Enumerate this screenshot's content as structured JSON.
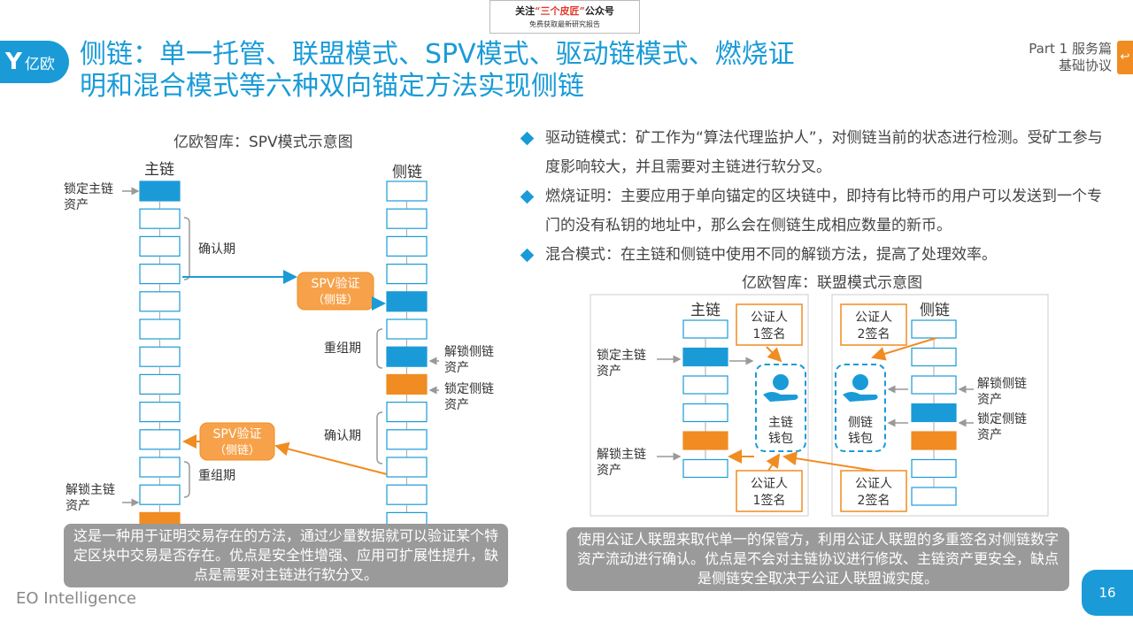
{
  "banner": {
    "prefix": "关注",
    "name": "“三个皮匠”",
    "suffix": "公众号",
    "sub": "免费获取最新研究报告"
  },
  "logo": {
    "mark": "Y",
    "word": "亿欧"
  },
  "title": {
    "line1": "侧链：单一托管、联盟模式、SPV模式、驱动链模式、燃烧证",
    "line2": "明和混合模式等六种双向锚定方法实现侧链"
  },
  "part": {
    "line1": "Part 1 服务篇",
    "line2": "基础协议"
  },
  "left_diagram": {
    "caption": "亿欧智库：SPV模式示意图",
    "main_label": "主链",
    "side_label": "侧链",
    "lock_main": [
      "锁定主链",
      "资产"
    ],
    "unlock_main": [
      "解锁主链",
      "资产"
    ],
    "confirm1": "确认期",
    "confirm2": "确认期",
    "reorg1": "重组期",
    "reorg2": "重组期",
    "unlock_side": [
      "解锁侧链",
      "资产"
    ],
    "lock_side": [
      "锁定侧链",
      "资产"
    ],
    "spv_top": [
      "SPV验证",
      "（侧链）"
    ],
    "spv_bottom": [
      "SPV验证",
      "（侧链）"
    ]
  },
  "bullets": [
    {
      "text": "驱动链模式：矿工作为“算法代理监护人”，对侧链当前的状态进行检测。受矿工参与度影响较大，并且需要对主链进行软分叉。"
    },
    {
      "text": "燃烧证明：主要应用于单向锚定的区块链中，即持有比特币的用户可以发送到一个专门的没有私钥的地址中，那么会在侧链生成相应数量的新币。"
    },
    {
      "text": "混合模式：在主链和侧链中使用不同的解锁方法，提高了处理效率。"
    }
  ],
  "right_diagram": {
    "caption": "亿欧智库：联盟模式示意图",
    "main_label": "主链",
    "side_label": "侧链",
    "notary1": [
      "公证人",
      "1签名"
    ],
    "notary2": [
      "公证人",
      "2签名"
    ],
    "lock_main": [
      "锁定主链",
      "资产"
    ],
    "unlock_main": [
      "解锁主链",
      "资产"
    ],
    "unlock_side": [
      "解锁侧链",
      "资产"
    ],
    "lock_side": [
      "锁定侧链",
      "资产"
    ],
    "main_wallet": [
      "主链",
      "钱包"
    ],
    "side_wallet": [
      "侧链",
      "钱包"
    ]
  },
  "notes": {
    "left": "这是一种用于证明交易存在的方法，通过少量数据就可以验证某个特定区块中交易是否存在。优点是安全性增强、应用可扩展性提升，缺点是需要对主链进行软分叉。",
    "right": "使用公证人联盟来取代单一的保管方，利用公证人联盟的多重签名对侧链数字资产流动进行确认。优点是不会对主链协议进行修改、主链资产更安全，缺点是侧链安全取决于公证人联盟诚实度。"
  },
  "footer": "EO Intelligence",
  "page_number": "16",
  "colors": {
    "accent": "#1a9bd7",
    "orange": "#f08c22",
    "gray": "#9a9a9a"
  }
}
